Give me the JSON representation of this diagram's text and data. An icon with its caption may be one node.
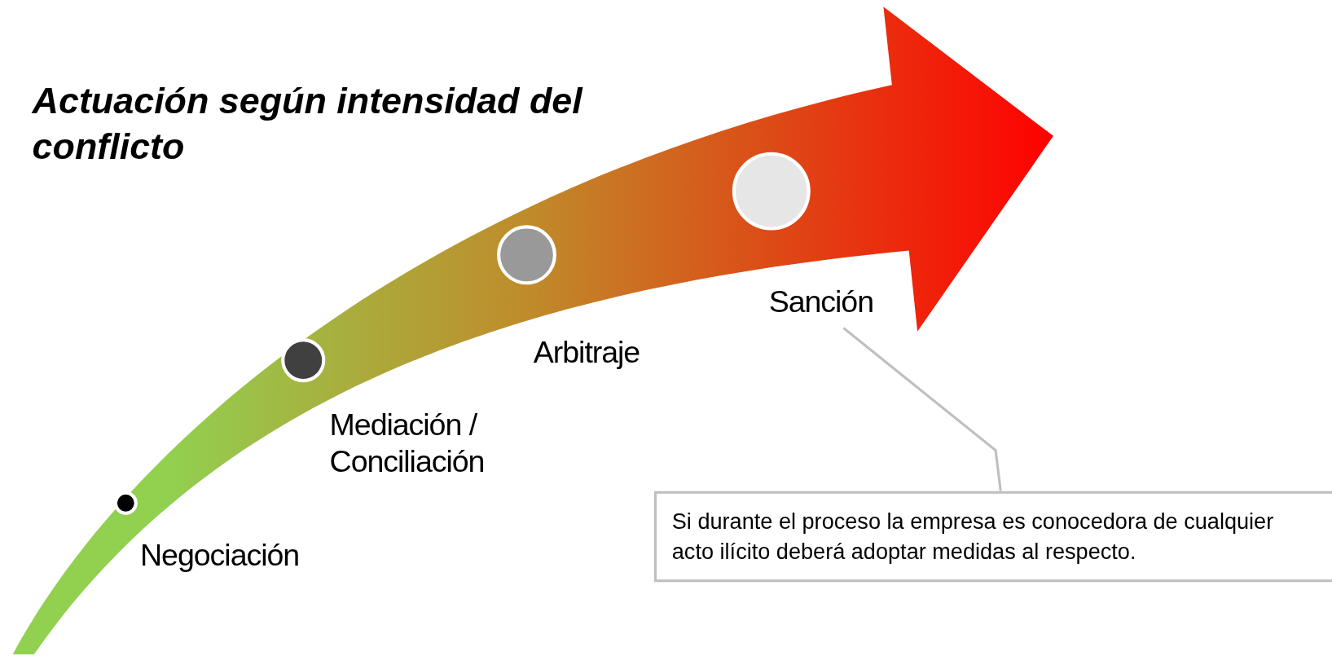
{
  "diagram": {
    "title": "Actuación según intensidad del conflicto",
    "nodes": [
      {
        "text": [],
        "shape": "circle",
        "beside": [
          "Negociación"
        ]
      },
      {
        "text": [],
        "shape": "circle",
        "beside": [
          "Mediación / Conciliación"
        ]
      },
      {
        "text": [],
        "shape": "circle",
        "beside": [
          "Arbitraje"
        ]
      },
      {
        "text": [],
        "shape": "circle"
      },
      {
        "text": [
          "Sanción"
        ]
      },
      {
        "text": [
          "Si durante el proceso la empresa es conocedora de cualquier acto ilícito deberá adoptar medidas al respecto."
        ]
      }
    ],
    "edges": [
      {
        "from": 5,
        "to": 4,
        "arrow": "none"
      }
    ]
  }
}
